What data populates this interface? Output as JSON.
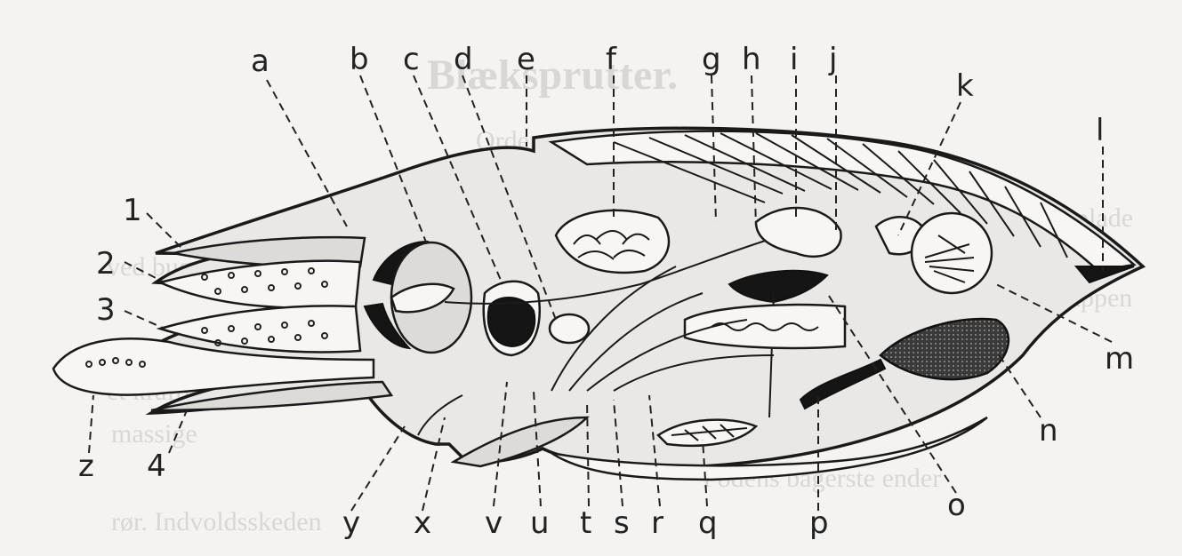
{
  "background_text": {
    "heading": "Blæksprutter.",
    "line_1": "Orden.",
    "line_2": "med plade",
    "line_3": "ved bugsiden",
    "line_4": "Kappen",
    "line_5": "et kraftig",
    "line_6": "massige",
    "line_7": "Podens bagerste ender",
    "line_8": "rør. Indvoldsskeden"
  },
  "labels": {
    "top": [
      "a",
      "b",
      "c",
      "d",
      "e",
      "f",
      "g",
      "h",
      "i",
      "j",
      "k",
      "l"
    ],
    "right": [
      "m",
      "n",
      "o"
    ],
    "bottom": [
      "p",
      "q",
      "r",
      "s",
      "t",
      "u",
      "v",
      "x",
      "y",
      "4",
      "z"
    ],
    "left": [
      "1",
      "2",
      "3"
    ]
  },
  "colors": {
    "ink": "#1a1a1a",
    "paper": "#f4f3f2",
    "stipple": "#e9e8e6",
    "ghost_text": "#d8d7d5"
  }
}
